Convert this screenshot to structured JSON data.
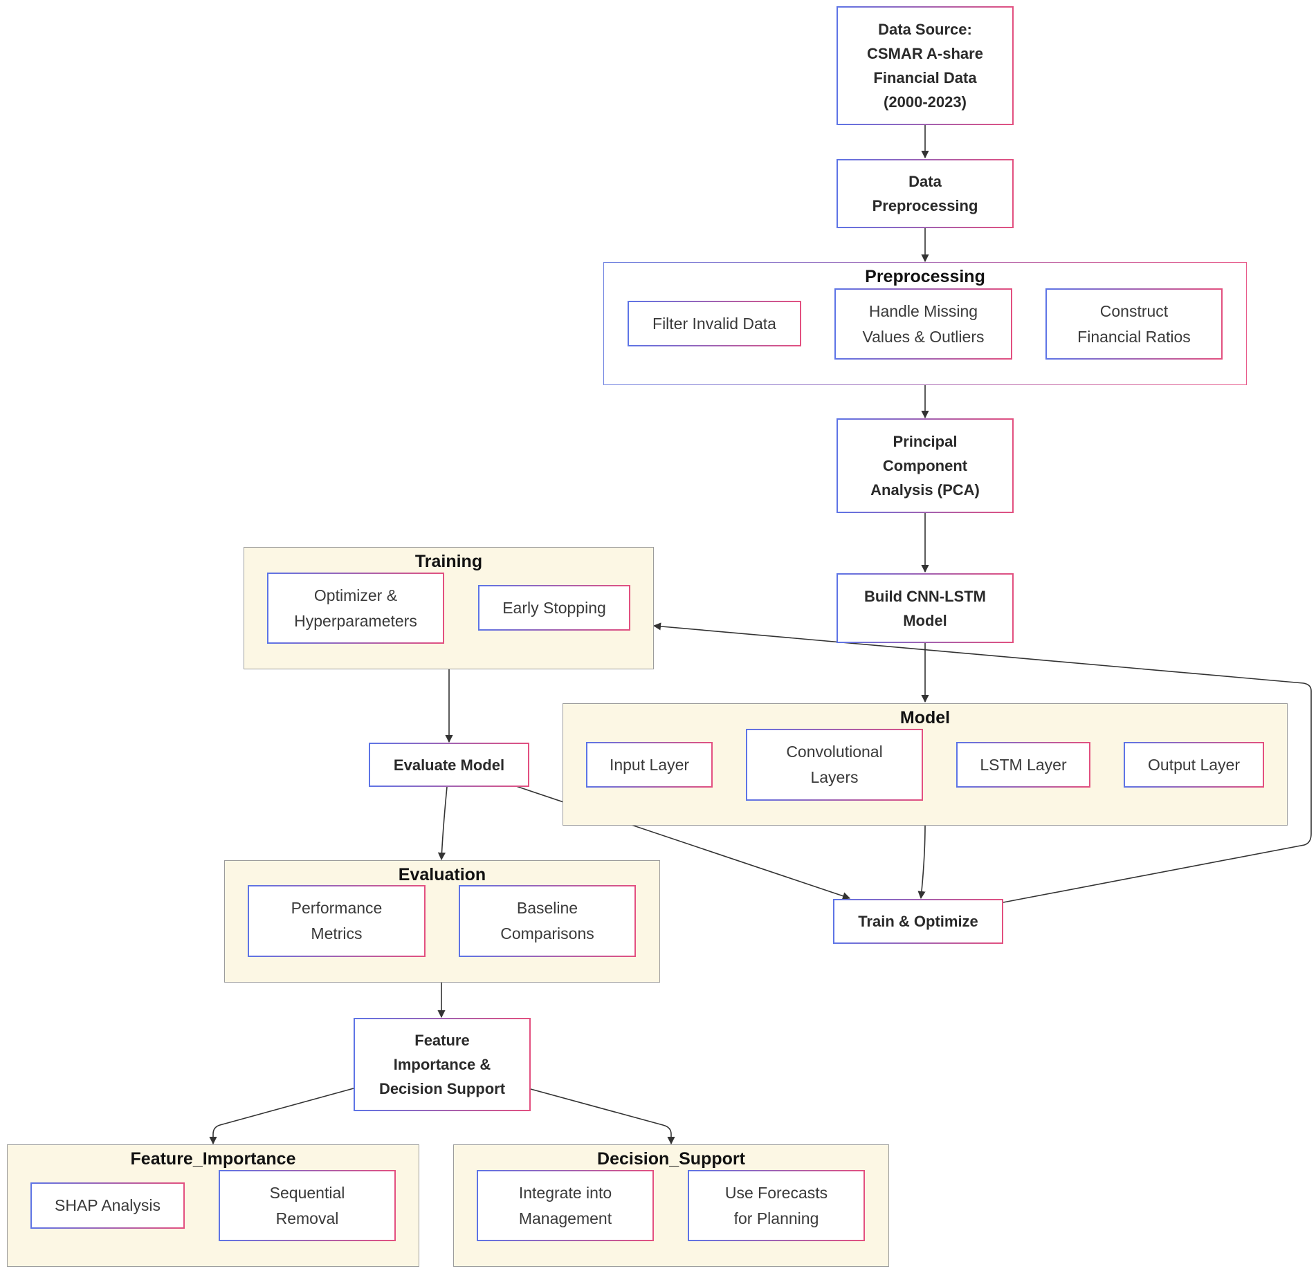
{
  "nodes": {
    "data_source": "Data Source:\nCSMAR A-share\nFinancial Data\n(2000-2023)",
    "data_preprocessing": "Data\nPreprocessing",
    "pca": "Principal\nComponent\nAnalysis (PCA)",
    "build_model": "Build CNN-LSTM\nModel",
    "train_optimize": "Train & Optimize",
    "evaluate_model": "Evaluate Model",
    "feature_decision": "Feature\nImportance &\nDecision Support"
  },
  "groups": {
    "preprocessing": {
      "title": "Preprocessing",
      "items": [
        "Filter Invalid Data",
        "Handle Missing\nValues & Outliers",
        "Construct\nFinancial Ratios"
      ]
    },
    "training": {
      "title": "Training",
      "items": [
        "Optimizer &\nHyperparameters",
        "Early Stopping"
      ]
    },
    "model": {
      "title": "Model",
      "items": [
        "Input Layer",
        "Convolutional\nLayers",
        "LSTM Layer",
        "Output Layer"
      ]
    },
    "evaluation": {
      "title": "Evaluation",
      "items": [
        "Performance\nMetrics",
        "Baseline\nComparisons"
      ]
    },
    "feature_importance": {
      "title": "Feature_Importance",
      "items": [
        "SHAP Analysis",
        "Sequential\nRemoval"
      ]
    },
    "decision_support": {
      "title": "Decision_Support",
      "items": [
        "Integrate into\nManagement",
        "Use Forecasts\nfor Planning"
      ]
    }
  },
  "colors": {
    "group_fill": "#fcf7e4",
    "node_border_start": "#5d74e6",
    "node_border_end": "#e3507f",
    "edge": "#333333"
  }
}
